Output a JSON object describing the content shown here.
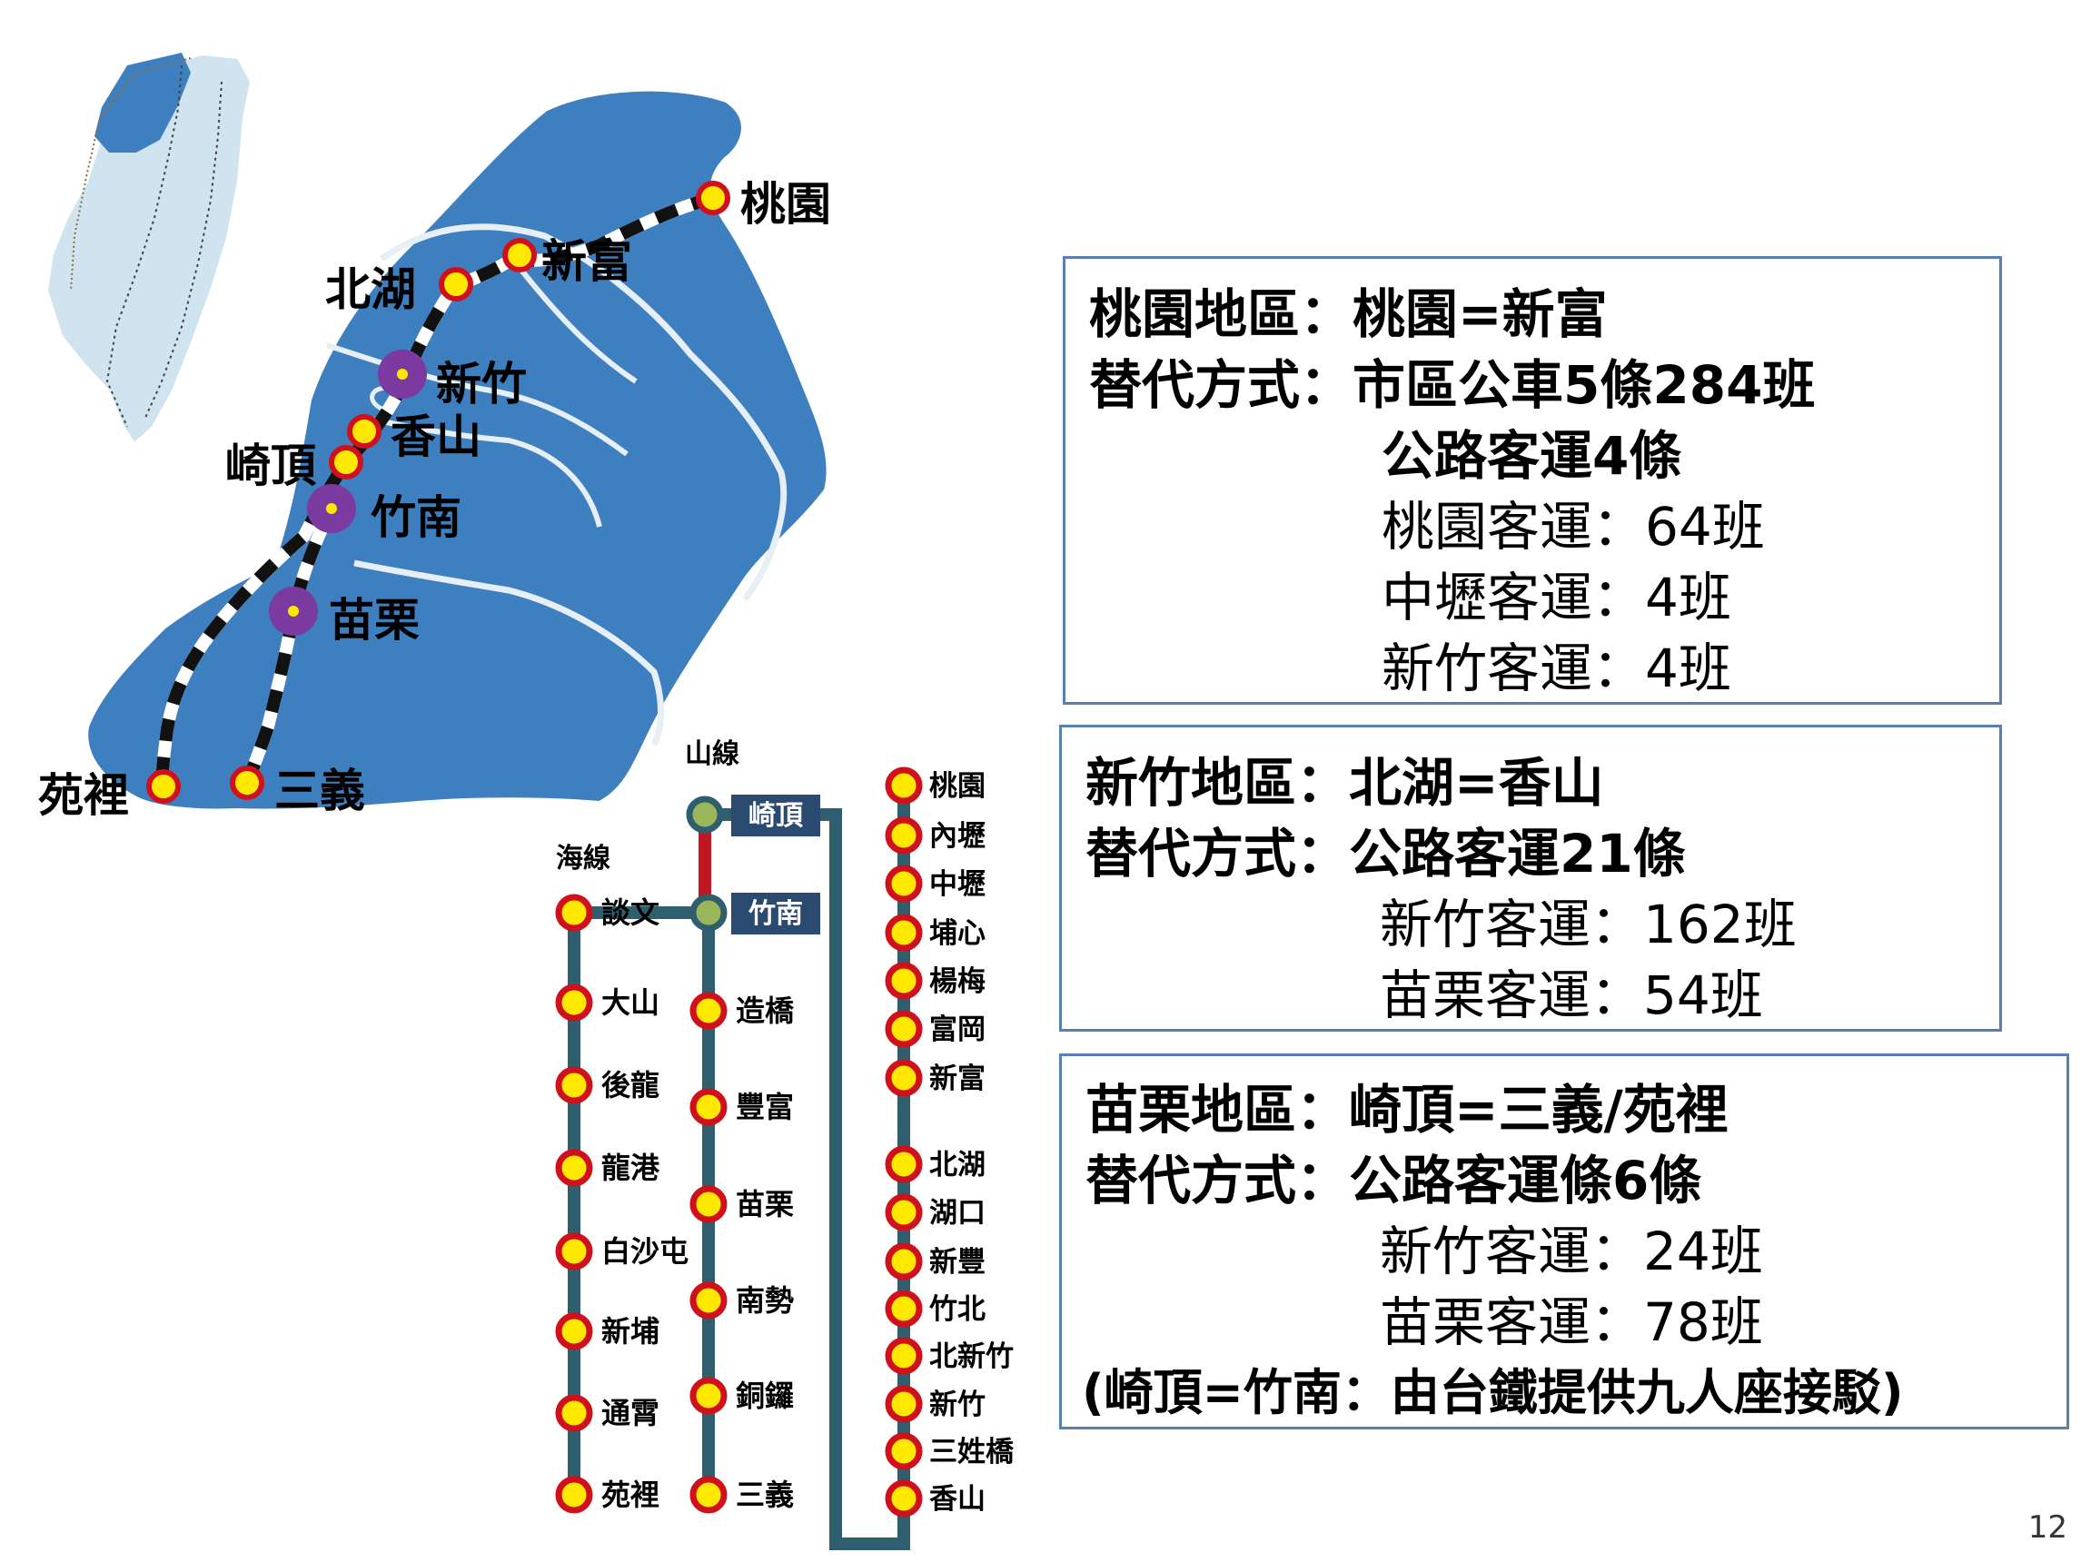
{
  "map": {
    "stations": {
      "taoyuan": "桃園",
      "xinfu": "新富",
      "beihu": "北湖",
      "hsinchu": "新竹",
      "xiangshan": "香山",
      "qiding": "崎頂",
      "zhunan": "竹南",
      "miaoli": "苗栗",
      "yuanli": "苑裡",
      "sanyi": "三義"
    }
  },
  "line_diagram": {
    "mountain_line_label": "山線",
    "sea_line_label": "海線",
    "junction_top": "崎頂",
    "junction_zhunan": "竹南",
    "sea_line": [
      "談文",
      "大山",
      "後龍",
      "龍港",
      "白沙屯",
      "新埔",
      "通霄",
      "苑裡"
    ],
    "mountain_line": [
      "造橋",
      "豐富",
      "苗栗",
      "南勢",
      "銅鑼",
      "三義"
    ],
    "main_line": [
      "桃園",
      "內壢",
      "中壢",
      "埔心",
      "楊梅",
      "富岡",
      "新富",
      "北湖",
      "湖口",
      "新豐",
      "竹北",
      "北新竹",
      "新竹",
      "三姓橋",
      "香山"
    ]
  },
  "boxes": {
    "taoyuan": {
      "line1": "桃園地區：桃園=新富",
      "line2": "替代方式：市區公車5條284班",
      "line3": "公路客運4條",
      "line4": "桃園客運：64班",
      "line5": "中壢客運：4班",
      "line6": "新竹客運：4班"
    },
    "hsinchu": {
      "line1": "新竹地區：北湖=香山",
      "line2": "替代方式：公路客運21條",
      "line3": "新竹客運：162班",
      "line4": "苗栗客運：54班"
    },
    "miaoli": {
      "line1": "苗栗地區：崎頂=三義/苑裡",
      "line2": "替代方式：公路客運條6條",
      "line3": "新竹客運：24班",
      "line4": "苗栗客運：78班",
      "note": "(崎頂=竹南：由台鐵提供九人座接駁)"
    }
  },
  "slide_number": "12",
  "colors": {
    "map_blue": "#3e7fc0",
    "line_teal": "#2f5f6e",
    "station_yellow": "#ffe800",
    "station_red": "#d0101a",
    "hub_purple": "#7a3aa0",
    "junction_green": "#9bb55a",
    "box_border": "#5a7fb5",
    "note_red": "#e8262c"
  }
}
